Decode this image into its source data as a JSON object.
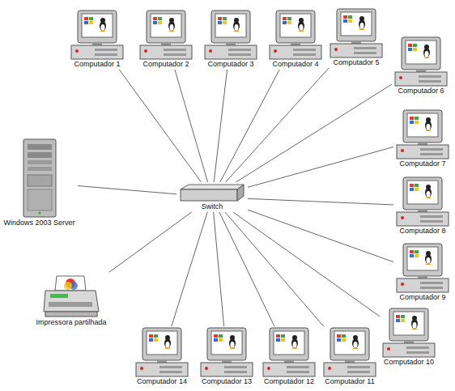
{
  "diagram": {
    "nodes": [
      {
        "text": [
          "Computador 1"
        ]
      },
      {
        "text": [
          "Computador 2"
        ]
      },
      {
        "text": [
          "Computador 3"
        ]
      },
      {
        "text": [
          "Computador 4"
        ]
      },
      {
        "text": [
          "Computador 5"
        ]
      },
      {
        "text": [
          "Computador 6"
        ]
      },
      {
        "text": [
          "Windows 2003 Server"
        ]
      },
      {
        "text": [
          "Switch"
        ]
      },
      {
        "text": [
          "Computador 7"
        ]
      },
      {
        "text": [
          "Computador 8"
        ]
      },
      {
        "text": [
          "Impressora partilhada"
        ]
      },
      {
        "text": [
          "Computador 9"
        ]
      },
      {
        "text": [
          "Computador 10"
        ]
      },
      {
        "text": [
          "Computador 14"
        ]
      },
      {
        "text": [
          "Computador 13"
        ]
      },
      {
        "text": [
          "Computador 12"
        ]
      },
      {
        "text": [
          "Computador 11"
        ]
      }
    ],
    "edges": [
      {
        "from": 0,
        "to": 7,
        "arrow": "none"
      },
      {
        "from": 1,
        "to": 7,
        "arrow": "none"
      },
      {
        "from": 2,
        "to": 7,
        "arrow": "none"
      },
      {
        "from": 3,
        "to": 7,
        "arrow": "none"
      },
      {
        "from": 4,
        "to": 7,
        "arrow": "none"
      },
      {
        "from": 5,
        "to": 7,
        "arrow": "none"
      },
      {
        "from": 6,
        "to": 7,
        "arrow": "none"
      },
      {
        "from": 8,
        "to": 7,
        "arrow": "none"
      },
      {
        "from": 9,
        "to": 7,
        "arrow": "none"
      },
      {
        "from": 10,
        "to": 7,
        "arrow": "none"
      },
      {
        "from": 11,
        "to": 7,
        "arrow": "none"
      },
      {
        "from": 12,
        "to": 7,
        "arrow": "none"
      },
      {
        "from": 13,
        "to": 7,
        "arrow": "none"
      },
      {
        "from": 14,
        "to": 7,
        "arrow": "none"
      },
      {
        "from": 15,
        "to": 7,
        "arrow": "none"
      },
      {
        "from": 16,
        "to": 7,
        "arrow": "none"
      }
    ]
  }
}
